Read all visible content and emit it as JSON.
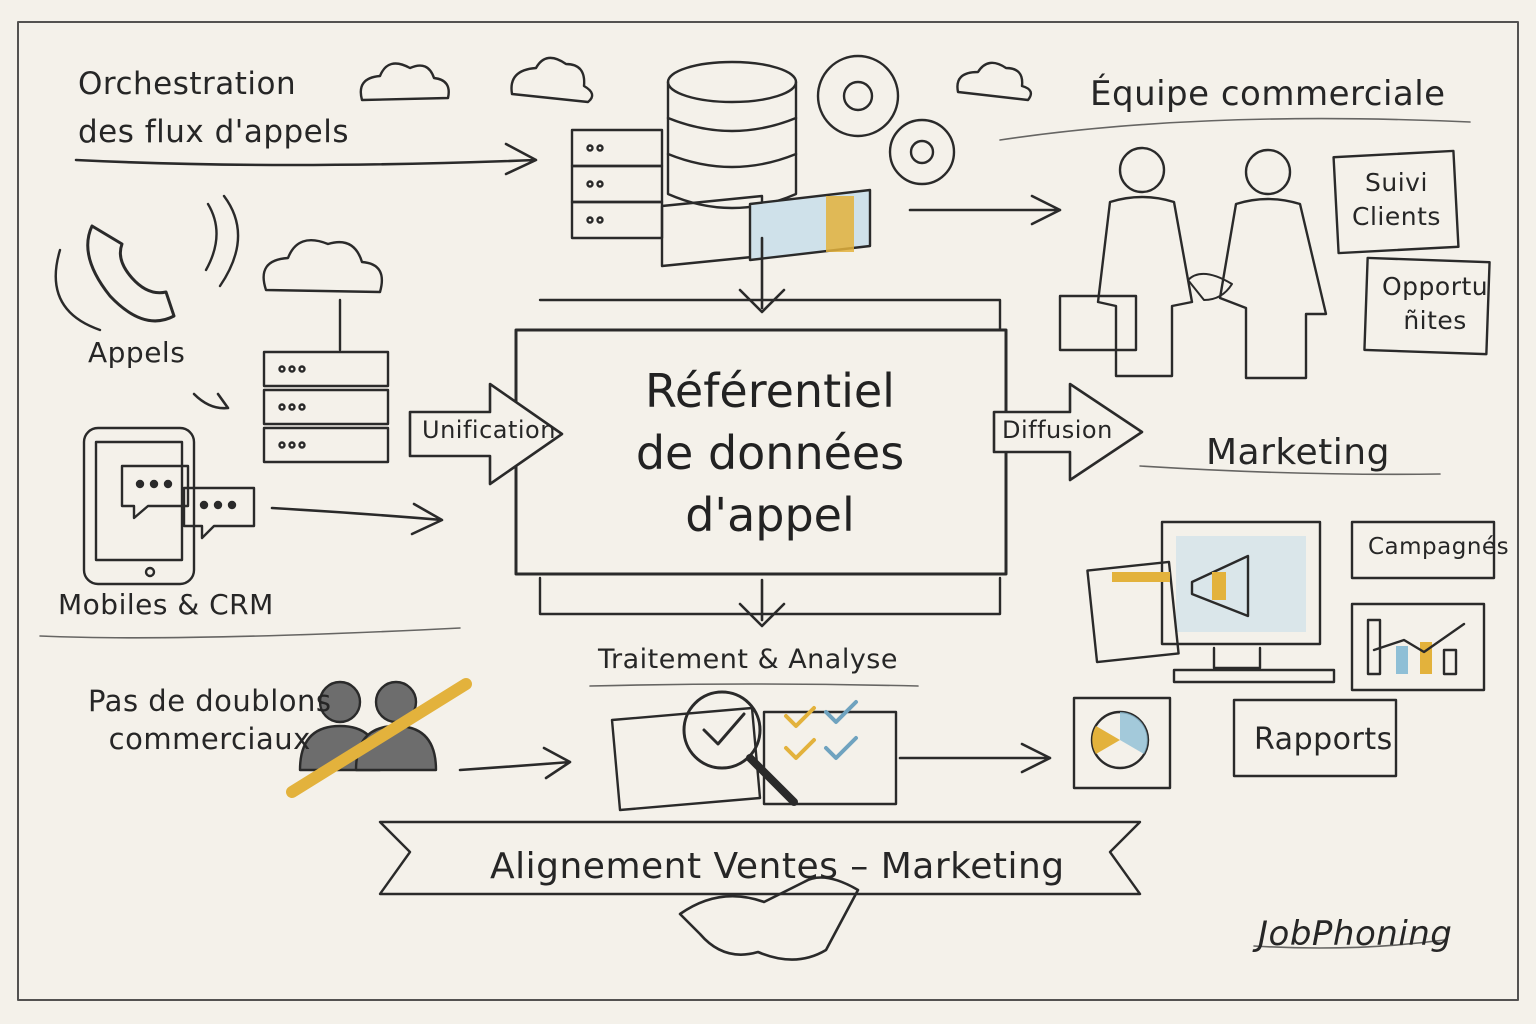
{
  "center": {
    "title_lines": [
      "Référentiel",
      "de données",
      "d'appel"
    ]
  },
  "labels": {
    "orchestration_lines": [
      "Orchestration",
      "des flux d'appels"
    ],
    "equipe": "Équipe commerciale",
    "appels": "Appels",
    "mobiles": "Mobiles & CRM",
    "unification": "Unification",
    "diffusion": "Diffusion",
    "marketing": "Marketing",
    "suivi_lines": [
      "Suivi",
      "Clients"
    ],
    "opportunites_lines": [
      "Opportu",
      "ñites"
    ],
    "campagnes": "Campagnés",
    "rapports": "Rapports",
    "traitement": "Traitement & Analyse",
    "doublons_lines": [
      "Pas de doublons",
      "commerciaux"
    ],
    "alignement": "Alignement Ventes – Marketing",
    "brand": "JobPhoning"
  },
  "colors": {
    "paper": "#f4f1ea",
    "ink": "#2a2a2a",
    "accent_yellow": "#e3b23c",
    "accent_blue": "#8fbfd6"
  },
  "icons": [
    "database-icon",
    "server-icon",
    "gear-icon",
    "cloud-icon",
    "phone-icon",
    "smartphone-icon",
    "chat-bubble-icon",
    "handshake-icon",
    "business-people-icon",
    "megaphone-icon",
    "monitor-icon",
    "bar-chart-icon",
    "pie-chart-icon",
    "magnifier-icon",
    "checkmark-icon",
    "user-group-icon",
    "document-icon"
  ]
}
